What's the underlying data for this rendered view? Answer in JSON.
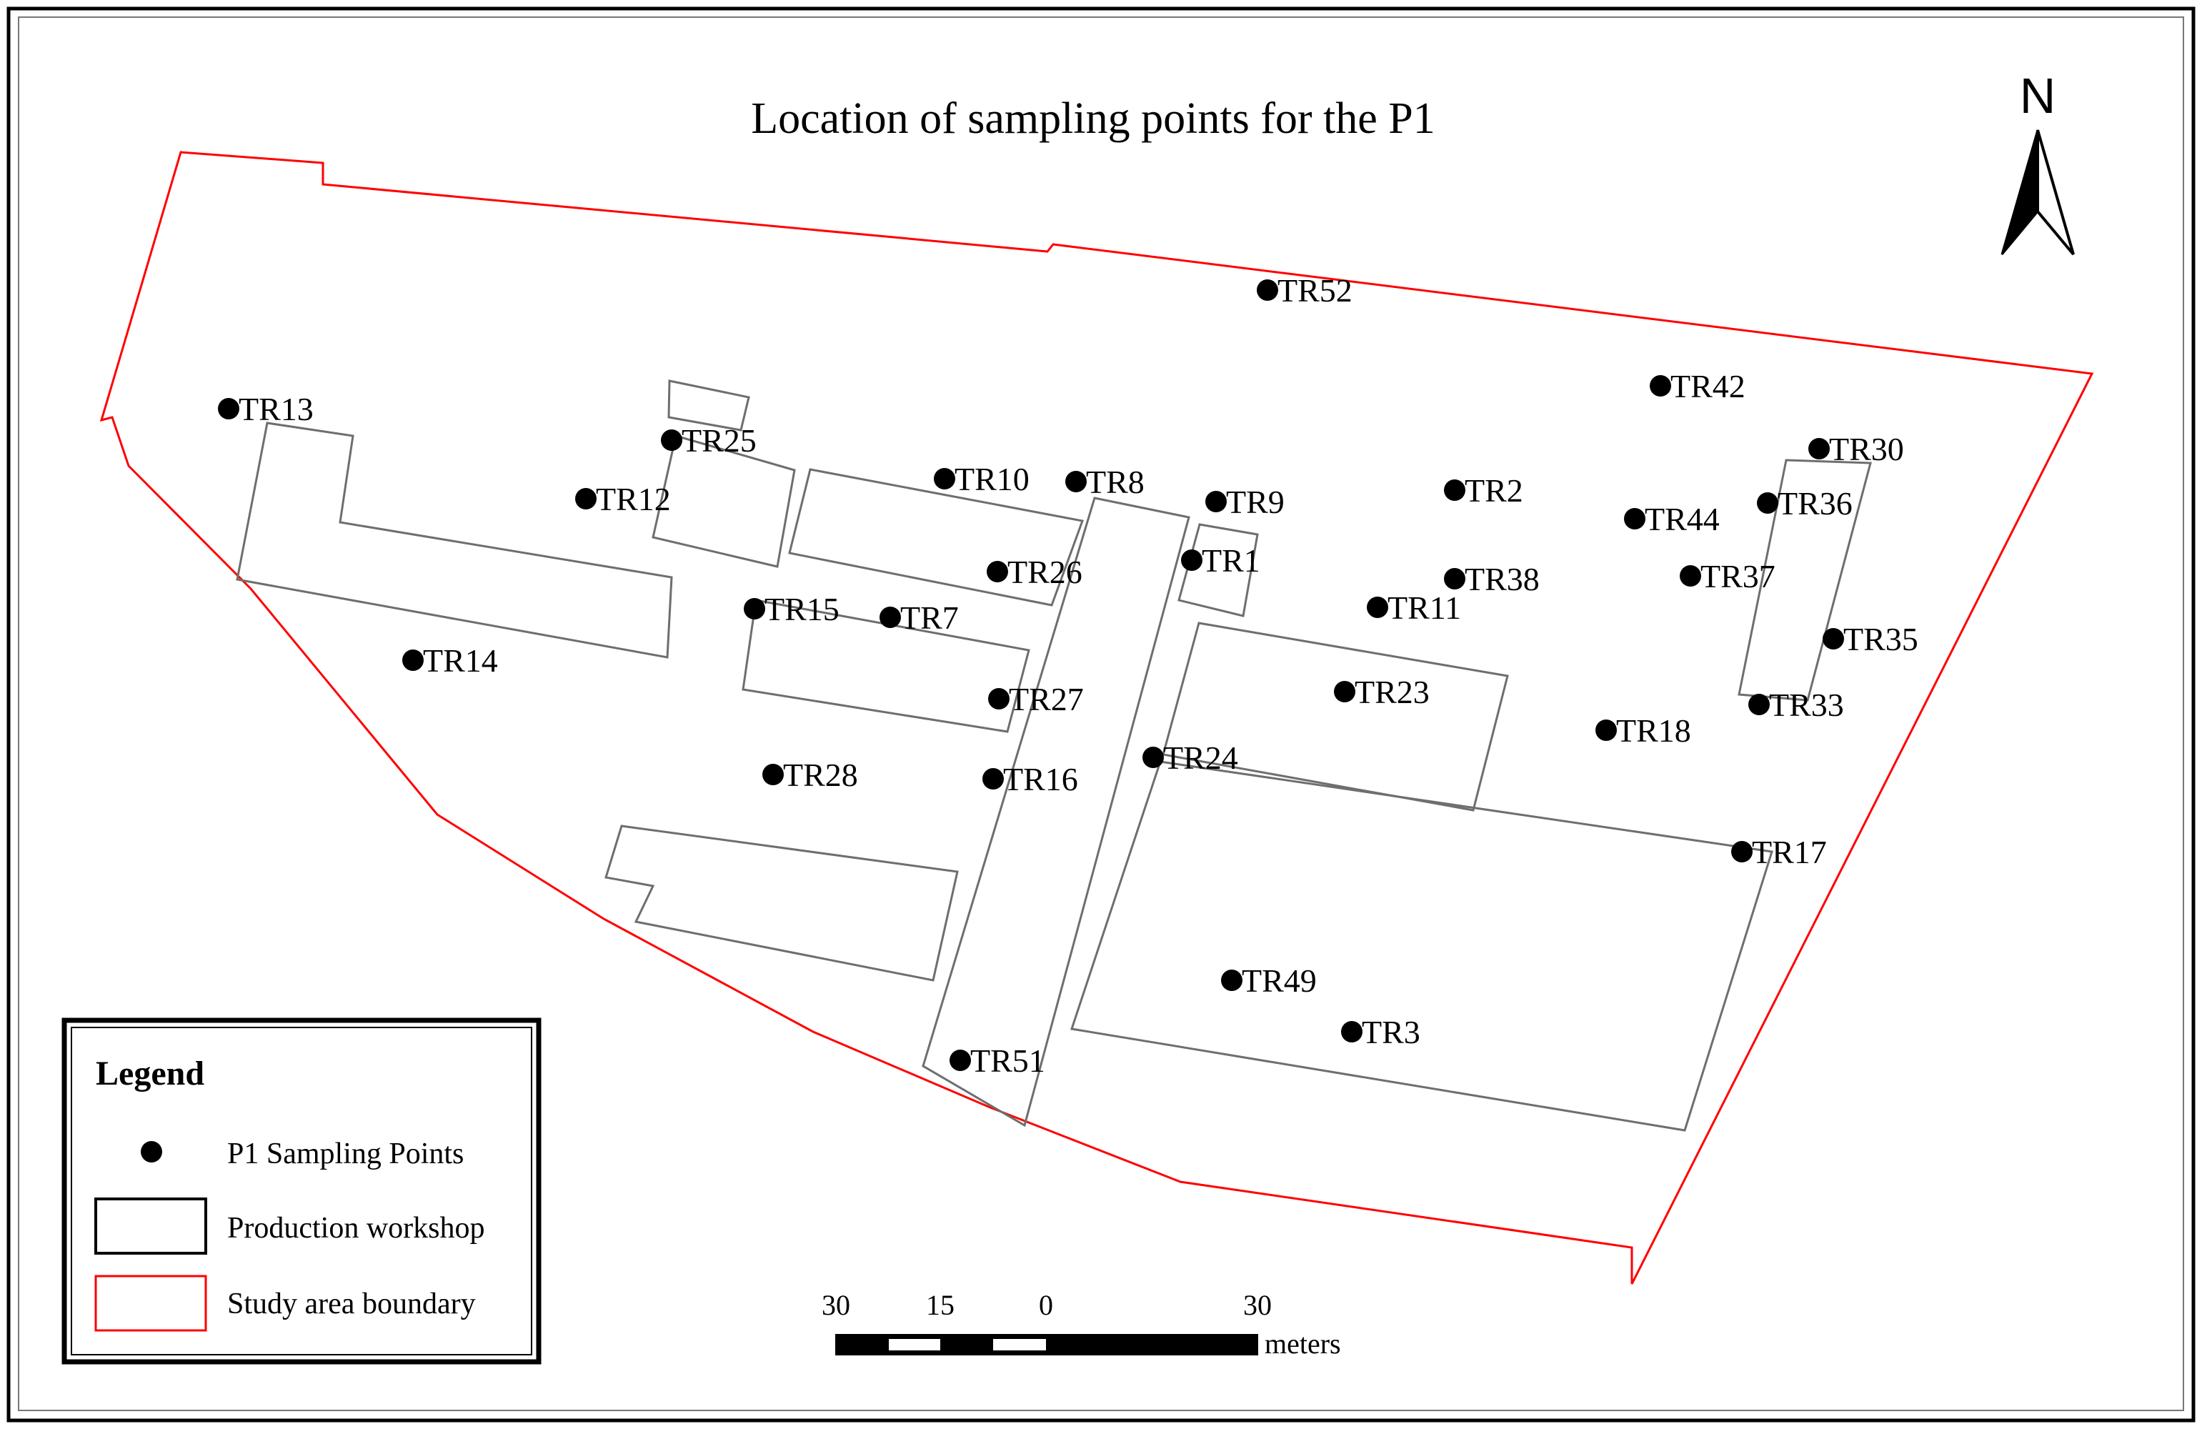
{
  "map": {
    "title": "Location of  sampling points for the P1",
    "north_label": "N",
    "colors": {
      "boundary": "#ff0000",
      "workshop": "#6e6e6e",
      "point": "#000000",
      "frame": "#000000"
    },
    "legend": {
      "title": "Legend",
      "items": [
        {
          "symbol": "point",
          "label": "P1 Sampling Points"
        },
        {
          "symbol": "workshop",
          "label": "Production workshop"
        },
        {
          "symbol": "boundary",
          "label": "Study area boundary"
        }
      ]
    },
    "scale_bar": {
      "tick_labels": [
        "30",
        "15",
        "0",
        "30"
      ],
      "unit": "meters"
    },
    "sampling_points": [
      {
        "id": "TR52",
        "label": "TR52"
      },
      {
        "id": "TR42",
        "label": "TR42"
      },
      {
        "id": "TR13",
        "label": "TR13"
      },
      {
        "id": "TR25",
        "label": "TR25"
      },
      {
        "id": "TR30",
        "label": "TR30"
      },
      {
        "id": "TR12",
        "label": "TR12"
      },
      {
        "id": "TR10",
        "label": "TR10"
      },
      {
        "id": "TR8",
        "label": "TR8"
      },
      {
        "id": "TR9",
        "label": "TR9"
      },
      {
        "id": "TR2",
        "label": "TR2"
      },
      {
        "id": "TR36",
        "label": "TR36"
      },
      {
        "id": "TR44",
        "label": "TR44"
      },
      {
        "id": "TR1",
        "label": "TR1"
      },
      {
        "id": "TR26",
        "label": "TR26"
      },
      {
        "id": "TR38",
        "label": "TR38"
      },
      {
        "id": "TR37",
        "label": "TR37"
      },
      {
        "id": "TR15",
        "label": "TR15"
      },
      {
        "id": "TR7",
        "label": "TR7"
      },
      {
        "id": "TR11",
        "label": "TR11"
      },
      {
        "id": "TR14",
        "label": "TR14"
      },
      {
        "id": "TR35",
        "label": "TR35"
      },
      {
        "id": "TR27",
        "label": "TR27"
      },
      {
        "id": "TR23",
        "label": "TR23"
      },
      {
        "id": "TR33",
        "label": "TR33"
      },
      {
        "id": "TR18",
        "label": "TR18"
      },
      {
        "id": "TR24",
        "label": "TR24"
      },
      {
        "id": "TR28",
        "label": "TR28"
      },
      {
        "id": "TR16",
        "label": "TR16"
      },
      {
        "id": "TR17",
        "label": "TR17"
      },
      {
        "id": "TR49",
        "label": "TR49"
      },
      {
        "id": "TR3",
        "label": "TR3"
      },
      {
        "id": "TR51",
        "label": "TR51"
      }
    ]
  }
}
